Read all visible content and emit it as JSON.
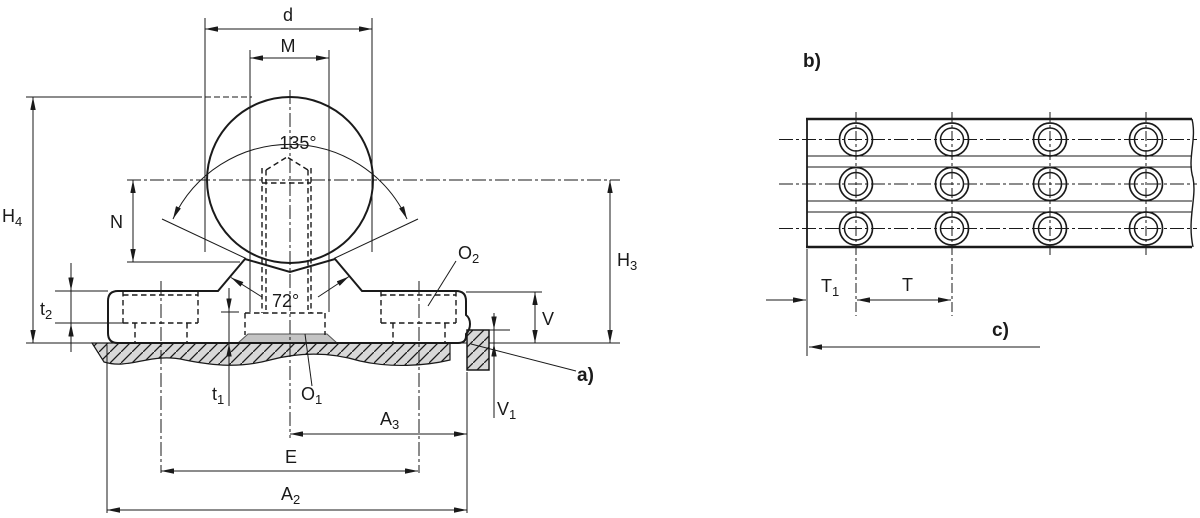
{
  "drawing": {
    "type": "technical-dimension-drawing",
    "views": {
      "cross_section": "shaft support rail cross-section with shaft",
      "top_view": "rail top view with three rows of mounting holes"
    },
    "colors": {
      "line": "#1a1a1a",
      "hatch_fill": "#d8d8d8",
      "pocket_fill": "#c4c4c4",
      "background": "#ffffff"
    }
  },
  "labels": {
    "d": {
      "main": "d",
      "sub": ""
    },
    "m": {
      "main": "M",
      "sub": ""
    },
    "angle_top": {
      "main": "135°",
      "sub": ""
    },
    "h4": {
      "main": "H",
      "sub": "4"
    },
    "n": {
      "main": "N",
      "sub": ""
    },
    "t2": {
      "main": "t",
      "sub": "2"
    },
    "angle_groove": {
      "main": "72°",
      "sub": ""
    },
    "o2": {
      "main": "O",
      "sub": "2"
    },
    "h3": {
      "main": "H",
      "sub": "3"
    },
    "v": {
      "main": "V",
      "sub": ""
    },
    "note_a": {
      "main": "a)",
      "sub": ""
    },
    "t1": {
      "main": "t",
      "sub": "1"
    },
    "o1": {
      "main": "O",
      "sub": "1"
    },
    "v1": {
      "main": "V",
      "sub": "1"
    },
    "a3": {
      "main": "A",
      "sub": "3"
    },
    "e": {
      "main": "E",
      "sub": ""
    },
    "a2": {
      "main": "A",
      "sub": "2"
    },
    "note_b": {
      "main": "b)",
      "sub": ""
    },
    "t_end": {
      "main": "T",
      "sub": "1"
    },
    "t_pitch": {
      "main": "T",
      "sub": ""
    },
    "note_c": {
      "main": "c)",
      "sub": ""
    }
  }
}
